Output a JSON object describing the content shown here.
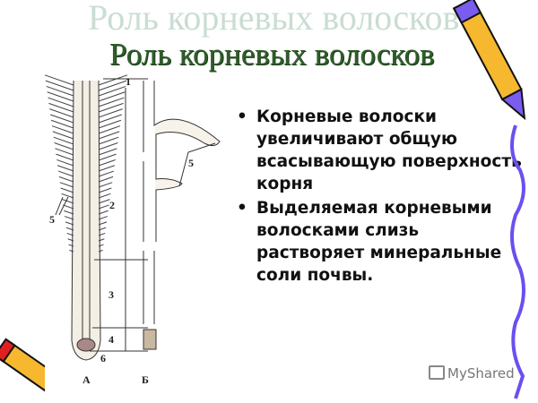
{
  "slide": {
    "title": "Роль корневых волосков",
    "title_shadow": "Роль корневых волосков",
    "bullets": [
      "Корневые волоски увеличивают общую всасывающую поверхность корня",
      "Выделяемая корневыми волосками слизь растворяет минеральные соли почвы."
    ],
    "diagram_labels": {
      "l1": "1",
      "l2": "2",
      "l3": "3",
      "l4": "4",
      "l5a": "5",
      "l5b": "5",
      "l6": "6",
      "a": "А",
      "b": "Б"
    },
    "watermark": "MyShared",
    "colors": {
      "title": "#2f5e2a",
      "title_shadow": "#c9ddd2",
      "pencil": "#f5b82e",
      "squiggle": "#6b4ff0"
    }
  }
}
